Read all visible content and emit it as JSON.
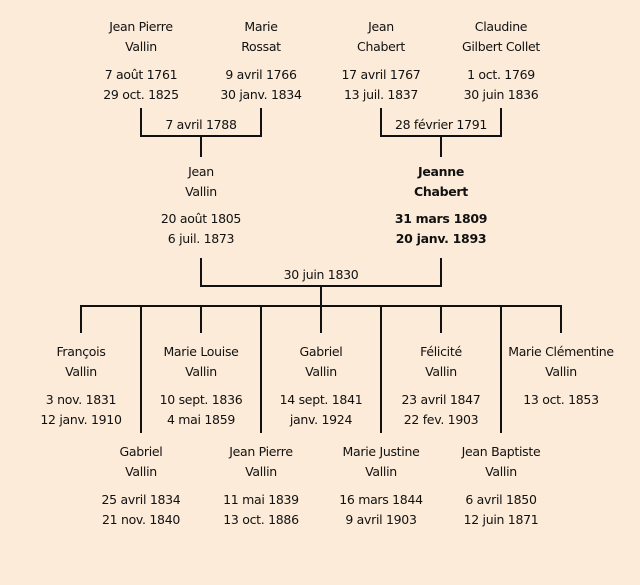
{
  "grandparents": [
    {
      "first": "Jean Pierre",
      "last": "Vallin",
      "birth": "7 août 1761",
      "death": "29 oct. 1825"
    },
    {
      "first": "Marie",
      "last": "Rossat",
      "birth": "9 avril 1766",
      "death": "30 janv. 1834"
    },
    {
      "first": "Jean",
      "last": "Chabert",
      "birth": "17 avril 1767",
      "death": "13 juil. 1837"
    },
    {
      "first": "Claudine",
      "last": "Gilbert Collet",
      "birth": "1 oct. 1769",
      "death": "30 juin 1836"
    }
  ],
  "grandparent_marriages": [
    "7 avril 1788",
    "28 février 1791"
  ],
  "parents": [
    {
      "first": "Jean",
      "last": "Vallin",
      "birth": "20 août 1805",
      "death": "6 juil. 1873",
      "highlighted": false
    },
    {
      "first": "Jeanne",
      "last": "Chabert",
      "birth": "31 mars 1809",
      "death": "20 janv. 1893",
      "highlighted": true
    }
  ],
  "parent_marriage": "30 juin 1830",
  "children": [
    {
      "first": "François",
      "last": "Vallin",
      "birth": "3 nov. 1831",
      "death": "12 janv. 1910"
    },
    {
      "first": "Gabriel",
      "last": "Vallin",
      "birth": "25 avril 1834",
      "death": "21 nov. 1840"
    },
    {
      "first": "Marie Louise",
      "last": "Vallin",
      "birth": "10 sept. 1836",
      "death": "4 mai 1859"
    },
    {
      "first": "Jean Pierre",
      "last": "Vallin",
      "birth": "11 mai 1839",
      "death": "13 oct. 1886"
    },
    {
      "first": "Gabriel",
      "last": "Vallin",
      "birth": "14 sept. 1841",
      "death": "janv. 1924"
    },
    {
      "first": "Marie Justine",
      "last": "Vallin",
      "birth": "16 mars 1844",
      "death": "9 avril 1903"
    },
    {
      "first": "Félicité",
      "last": "Vallin",
      "birth": "23 avril 1847",
      "death": "22 fev. 1903"
    },
    {
      "first": "Jean Baptiste",
      "last": "Vallin",
      "birth": "6 avril 1850",
      "death": "12 juin 1871"
    },
    {
      "first": "Marie Clémentine",
      "last": "Vallin",
      "birth": "13 oct. 1853",
      "death": null
    }
  ],
  "colors": {
    "background": "#fcebd8",
    "line": "#111111",
    "text": "#111111"
  }
}
